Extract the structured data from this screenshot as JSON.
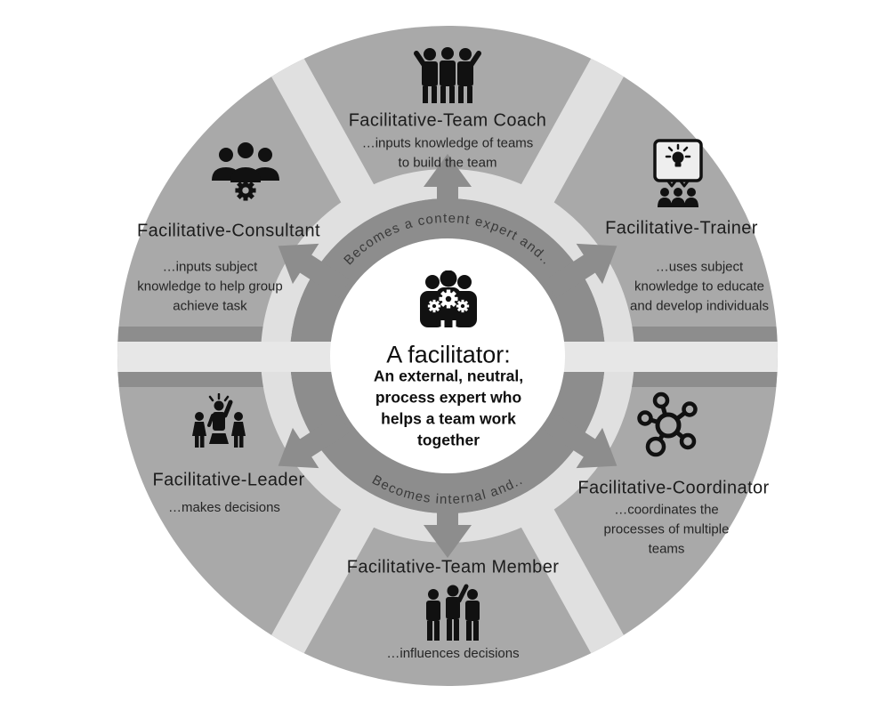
{
  "title": "Facilitator roles wheel",
  "center": {
    "title": "A facilitator:",
    "description": "An external, neutral,\nprocess expert who\nhelps a team work\ntogether",
    "icon": "facilitator-team-gears-icon"
  },
  "ring": {
    "top_arc_label": "Becomes a content expert and..",
    "bottom_arc_label": "Becomes internal and.."
  },
  "segments": [
    {
      "id": "team-coach",
      "position": "top",
      "title": "Facilitative-Team Coach",
      "description": "…inputs knowledge of teams\nto build the team",
      "icon": "team-celebration-icon"
    },
    {
      "id": "trainer",
      "position": "upper-right",
      "title": "Facilitative-Trainer",
      "description": "…uses subject\nknowledge to educate\nand develop individuals",
      "icon": "presentation-lightbulb-icon"
    },
    {
      "id": "coordinator",
      "position": "lower-right",
      "title": "Facilitative-Coordinator",
      "description": "…coordinates the\nprocesses of multiple\nteams",
      "icon": "network-hub-icon"
    },
    {
      "id": "team-member",
      "position": "bottom",
      "title": "Facilitative-Team Member",
      "description": "…influences decisions",
      "icon": "hand-raised-group-icon"
    },
    {
      "id": "leader",
      "position": "lower-left",
      "title": "Facilitative-Leader",
      "description": "…makes decisions",
      "icon": "leader-podium-icon"
    },
    {
      "id": "consultant",
      "position": "upper-left",
      "title": "Facilitative-Consultant",
      "description": "…inputs subject\nknowledge to help group\nachieve task",
      "icon": "consultants-gear-icon"
    }
  ],
  "colors": {
    "wheel": "#a9a9a9",
    "divider_light": "#e0e0e0",
    "corridor_light": "#e7e7e7",
    "ring_dark": "#8d8d8d",
    "center_bg": "#ffffff",
    "icon_black": "#111111",
    "text": "#1c1c1c"
  }
}
